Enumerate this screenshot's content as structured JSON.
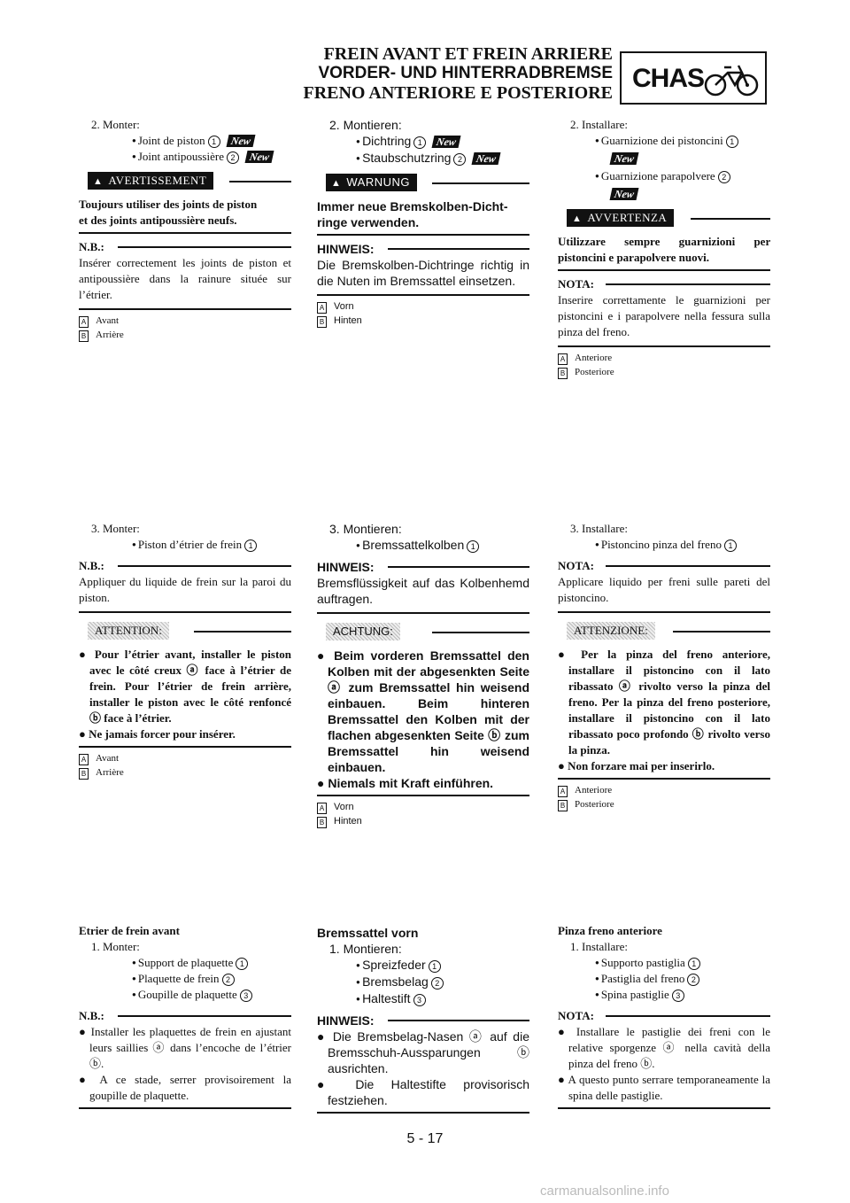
{
  "header": {
    "title_fr": "FREIN AVANT ET FREIN ARRIERE",
    "title_de": "VORDER- UND HINTERRADBREMSE",
    "title_it": "FRENO ANTERIORE E POSTERIORE",
    "section_code": "CHAS",
    "section_icon": "motorcycle-icon"
  },
  "new_tag": "New",
  "fr": {
    "s2_title": "2. Monter:",
    "s2_item1": "Joint de piston",
    "s2_item1_num": "1",
    "s2_item2": "Joint antipoussière",
    "s2_item2_num": "2",
    "warning_label": "AVERTISSEMENT",
    "warning_line1": "Toujours utiliser des joints de piston",
    "warning_line2": "et des joints antipoussière neufs.",
    "note_label": "N.B.:",
    "s2_note": "Insérer correctement les joints de piston et antipoussière dans la rainure située sur l’étrier.",
    "legend_a": "Avant",
    "legend_b": "Arrière",
    "s3_title": "3. Monter:",
    "s3_item1": "Piston d’étrier de frein",
    "s3_note": "Appliquer du liquide de frein sur la paroi du piston.",
    "caution_label": "ATTENTION:",
    "caution_1": "Pour l’étrier avant, installer le piston avec le côté creux ⓐ face à l’étrier de frein. Pour l’étrier de frein arrière, installer le piston avec le côté renfoncé ⓑ face à l’étrier.",
    "caution_2": "Ne jamais forcer pour insérer.",
    "s4_heading": "Etrier de frein avant",
    "s4_title": "1. Monter:",
    "s4_item1": "Support de plaquette",
    "s4_item2": "Plaquette de frein",
    "s4_item3": "Goupille de plaquette",
    "s4_note1": "Installer les plaquettes de frein en ajustant leurs saillies ⓐ dans l’encoche de l’étrier ⓑ.",
    "s4_note2": "A ce stade, serrer provisoirement la goupille de plaquette."
  },
  "de": {
    "s2_title": "2. Montieren:",
    "s2_item1": "Dichtring",
    "s2_item2": "Staubschutzring",
    "warning_label": "WARNUNG",
    "warning_line1": "Immer neue Bremskolben-Dicht-",
    "warning_line2": "ringe verwenden.",
    "note_label": "HINWEIS:",
    "s2_note": "Die Bremskolben-Dichtringe richtig in die Nuten im Bremssattel einsetzen.",
    "legend_a": "Vorn",
    "legend_b": "Hinten",
    "s3_title": "3. Montieren:",
    "s3_item1": "Bremssattelkolben",
    "s3_note": "Bremsflüssigkeit auf das Kolbenhemd auftragen.",
    "caution_label": "ACHTUNG:",
    "caution_1": "Beim vorderen Bremssattel den Kolben mit der abgesenkten Seite ⓐ zum Bremssattel hin weisend einbauen. Beim hinteren Bremssattel den Kolben mit der flachen abgesenkten Seite ⓑ zum Bremssattel hin weisend einbauen.",
    "caution_2": "Niemals mit Kraft einführen.",
    "s4_heading": "Bremssattel vorn",
    "s4_title": "1. Montieren:",
    "s4_item1": "Spreizfeder",
    "s4_item2": "Bremsbelag",
    "s4_item3": "Haltestift",
    "s4_note1": "Die Bremsbelag-Nasen ⓐ auf die Bremsschuh-Aussparungen ⓑ ausrichten.",
    "s4_note2": "Die Haltestifte provisorisch festziehen."
  },
  "it": {
    "s2_title": "2. Installare:",
    "s2_item1": "Guarnizione dei pistoncini",
    "s2_item2": "Guarnizione parapolvere",
    "warning_label": "AVVERTENZA",
    "warning_line1": "Utilizzare sempre guarnizioni per",
    "warning_line2": "pistoncini e parapolvere nuovi.",
    "note_label": "NOTA:",
    "s2_note": "Inserire correttamente le guarnizioni per pistoncini e i parapolvere nella fessura sulla pinza del freno.",
    "legend_a": "Anteriore",
    "legend_b": "Posteriore",
    "s3_title": "3. Installare:",
    "s3_item1": "Pistoncino pinza del freno",
    "s3_note": "Applicare liquido per freni sulle pareti del pistoncino.",
    "caution_label": "ATTENZIONE:",
    "caution_1": "Per la pinza del freno anteriore, installare il pistoncino con il lato ribassato ⓐ rivolto verso la pinza del freno. Per la pinza del freno posteriore, installare il pistoncino con il lato ribassato poco profondo ⓑ rivolto verso la pinza.",
    "caution_2": "Non forzare mai per inserirlo.",
    "s4_heading": "Pinza freno anteriore",
    "s4_title": "1. Installare:",
    "s4_item1": "Supporto pastiglia",
    "s4_item2": "Pastiglia del freno",
    "s4_item3": "Spina pastiglie",
    "s4_note1": "Installare le pastiglie dei freni con le relative sporgenze ⓐ nella cavità della pinza del freno ⓑ.",
    "s4_note2": "A questo punto serrare temporaneamente la spina delle pastiglie."
  },
  "legend_keys": {
    "a": "A",
    "b": "B"
  },
  "nums": {
    "n1": "1",
    "n2": "2",
    "n3": "3"
  },
  "page_number": "5 - 17",
  "watermark": "carmanualsonline.info"
}
